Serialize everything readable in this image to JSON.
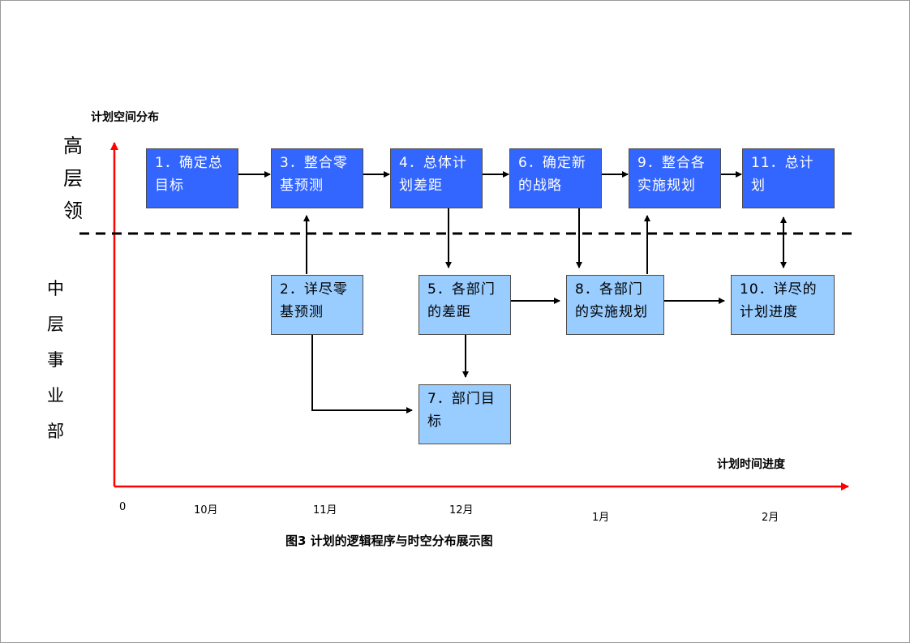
{
  "axes": {
    "y_title": "计划空间分布",
    "x_title": "计划时间进度"
  },
  "levels": {
    "top": "高层领",
    "middle": "中层事业部"
  },
  "ticks": [
    "0",
    "10月",
    "11月",
    "12月",
    "1月",
    "2月"
  ],
  "steps": {
    "s1": "1．确定总目标",
    "s2": "2．详尽零基预测",
    "s3": "3．整合零基预测",
    "s4": "4．总体计划差距",
    "s5": "5．各部门的差距",
    "s6": "6．确定新的战略",
    "s7": "7．部门目标",
    "s8": "8．各部门的实施规划",
    "s9": "9．整合各实施规划",
    "s10": "10．详尽的计划进度",
    "s11": "11．总计划"
  },
  "caption": "图3  计划的逻辑程序与时空分布展示图",
  "colors": {
    "top_box": "#3366ff",
    "mid_box": "#99ccff",
    "axis": "#ff0000",
    "arrow": "#000000"
  }
}
